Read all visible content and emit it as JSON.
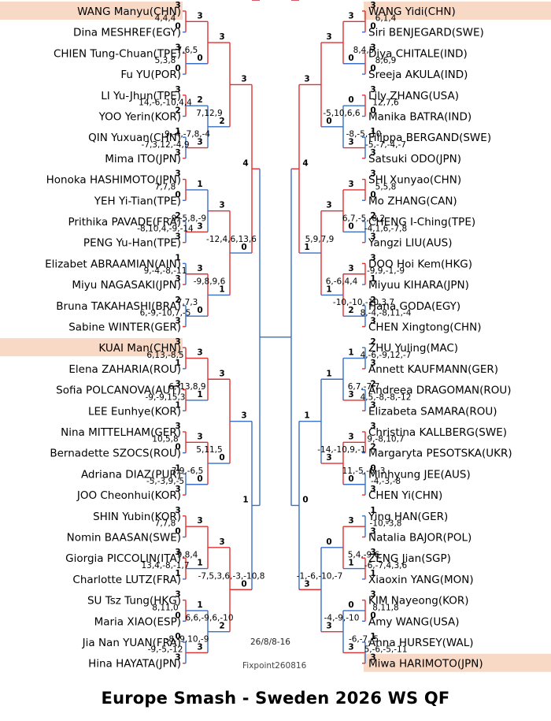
{
  "title": "Europe Smash - Sweden 2026 WS QF",
  "date_note": "26/8/8-16",
  "source": "Fixpoint260816",
  "colors": {
    "winner": "#e03030",
    "loser": "#3a6fc4",
    "highlight": "#f8d9c6",
    "text": "#000000"
  },
  "left": {
    "players": [
      {
        "name": "WANG Manyu(CHN)",
        "highlight": true
      },
      {
        "name": "Dina MESHREF(EGY)"
      },
      {
        "name": "CHIEN Tung-Chuan(TPE)"
      },
      {
        "name": "Fu YU(POR)"
      },
      {
        "name": "LI Yu-Jhun(TPE)"
      },
      {
        "name": "YOO Yerin(KOR)"
      },
      {
        "name": "QIN Yuxuan(CHN)"
      },
      {
        "name": "Mima ITO(JPN)"
      },
      {
        "name": "Honoka HASHIMOTO(JPN)"
      },
      {
        "name": "YEH Yi-Tian(TPE)"
      },
      {
        "name": "Prithika PAVADE(FRA)"
      },
      {
        "name": "PENG Yu-Han(TPE)"
      },
      {
        "name": "Elizabet ABRAAMIAN(AIN)"
      },
      {
        "name": "Miyu NAGASAKI(JPN)"
      },
      {
        "name": "Bruna TAKAHASHI(BRA)"
      },
      {
        "name": "Sabine WINTER(GER)"
      },
      {
        "name": "KUAI Man(CHN)",
        "highlight": true
      },
      {
        "name": "Elena ZAHARIA(ROU)"
      },
      {
        "name": "Sofia POLCANOVA(AUT)"
      },
      {
        "name": "LEE Eunhye(KOR)"
      },
      {
        "name": "Nina MITTELHAM(GER)"
      },
      {
        "name": "Bernadette SZOCS(ROU)"
      },
      {
        "name": "Adriana DIAZ(PUR)"
      },
      {
        "name": "JOO Cheonhui(KOR)"
      },
      {
        "name": "SHIN Yubin(KOR)"
      },
      {
        "name": "Nomin BAASAN(SWE)"
      },
      {
        "name": "Giorgia PICCOLIN(ITA)"
      },
      {
        "name": "Charlotte LUTZ(FRA)"
      },
      {
        "name": "SU Tsz Tung(HKG)"
      },
      {
        "name": "Maria XIAO(ESP)"
      },
      {
        "name": "Jia Nan YUAN(FRA)"
      },
      {
        "name": "Hina HAYATA(JPN)"
      }
    ],
    "rounds": [
      [
        {
          "a": "3",
          "b": "0",
          "w": 0,
          "score": "4,4,4"
        },
        {
          "a": "3",
          "b": "0",
          "w": 0,
          "score": "5,3,8"
        },
        {
          "a": "3",
          "b": "2",
          "w": 0,
          "score": "14,-6,-10,4,4"
        },
        {
          "a": "1",
          "b": "3",
          "w": 1,
          "score": "-7,3,12,-4,9"
        },
        {
          "a": "3",
          "b": "0",
          "w": 0,
          "score": "7,7,8"
        },
        {
          "a": "2",
          "b": "3",
          "w": 1,
          "score": "-8,10,4,-9,-14"
        },
        {
          "a": "1",
          "b": "3",
          "w": 1,
          "score": "9,-4,-8,-11"
        },
        {
          "a": "2",
          "b": "3",
          "w": 1,
          "score": "6,-9,-10,7,-5"
        },
        {
          "a": "3",
          "b": "1",
          "w": 0,
          "score": "6,13,-8,5"
        },
        {
          "a": "3",
          "b": "1",
          "w": 0,
          "score": "-9,-9,15,3"
        },
        {
          "a": "3",
          "b": "0",
          "w": 0,
          "score": "10,5,8"
        },
        {
          "a": "1",
          "b": "3",
          "w": 1,
          "score": "-5,-3,9,-5"
        },
        {
          "a": "3",
          "b": "0",
          "w": 0,
          "score": "7,7,8"
        },
        {
          "a": "3",
          "b": "1",
          "w": 0,
          "score": "13,4,-8,-1,7"
        },
        {
          "a": "3",
          "b": "0",
          "w": 0,
          "score": "8,11,0"
        },
        {
          "a": "0",
          "b": "3",
          "w": 1,
          "score": "-9,-5,-12"
        }
      ],
      [
        {
          "a": "3",
          "b": "0",
          "w": 0,
          "score": "7,6,5"
        },
        {
          "a": "2",
          "b": "3",
          "w": 1,
          "score": "9,-4,-7,8,-4"
        },
        {
          "a": "1",
          "b": "3",
          "w": 1,
          "score": "-9,-5,8,-9"
        },
        {
          "a": "3",
          "b": "0",
          "w": 0,
          "score": "7,7,3"
        },
        {
          "a": "3",
          "b": "1",
          "w": 0,
          "score": "6,-13,8,9"
        },
        {
          "a": "3",
          "b": "0",
          "w": 0,
          "score": "7,9,-6,5"
        },
        {
          "a": "3",
          "b": "1",
          "w": 0,
          "score": "9,8,4"
        },
        {
          "a": "1",
          "b": "3",
          "w": 1,
          "score": "-8,-9,10,-9"
        }
      ],
      [
        {
          "a": "3",
          "b": "2",
          "w": 0,
          "score": "7,12,9"
        },
        {
          "a": "3",
          "b": "1",
          "w": 0,
          "score": "-9,8,9,6"
        },
        {
          "a": "3",
          "b": "0",
          "w": 0,
          "score": "5,11,5"
        },
        {
          "a": "3",
          "b": "2",
          "w": 0,
          "score": "6,6,-9,6,-10"
        }
      ],
      [
        {
          "a": "3",
          "b": "0",
          "w": 0,
          "score": "-12,4,6,13,6"
        },
        {
          "a": "3",
          "b": "0",
          "w": 1,
          "score": "-7,5,3,6,-3,-10,8"
        }
      ],
      [
        {
          "a": "4",
          "b": "1",
          "w": 0,
          "score": ""
        },
        {
          "a": "4",
          "b": "3",
          "w": 1,
          "score": ""
        }
      ]
    ]
  },
  "right": {
    "players": [
      {
        "name": "WANG Yidi(CHN)",
        "highlight": true
      },
      {
        "name": "Siri BENJEGARD(SWE)"
      },
      {
        "name": "Diya CHITALE(IND)"
      },
      {
        "name": "Sreeja AKULA(IND)"
      },
      {
        "name": "Lily ZHANG(USA)"
      },
      {
        "name": "Manika BATRA(IND)"
      },
      {
        "name": "Filippa BERGAND(SWE)"
      },
      {
        "name": "Satsuki ODO(JPN)"
      },
      {
        "name": "SHI Xunyao(CHN)"
      },
      {
        "name": "Mo ZHANG(CAN)"
      },
      {
        "name": "CHENG I-Ching(TPE)"
      },
      {
        "name": "Yangzi LIU(AUS)"
      },
      {
        "name": "DOO Hoi Kem(HKG)"
      },
      {
        "name": "Miyuu KIHARA(JPN)"
      },
      {
        "name": "Hana GODA(EGY)"
      },
      {
        "name": "CHEN Xingtong(CHN)"
      },
      {
        "name": "ZHU Yuling(MAC)"
      },
      {
        "name": "Annett KAUFMANN(GER)"
      },
      {
        "name": "Andreea DRAGOMAN(ROU)"
      },
      {
        "name": "Elizabeta SAMARA(ROU)"
      },
      {
        "name": "Christina KALLBERG(SWE)"
      },
      {
        "name": "Margaryta PESOTSKA(UKR)"
      },
      {
        "name": "Minhyung JEE(AUS)"
      },
      {
        "name": "CHEN Yi(CHN)"
      },
      {
        "name": "Ying HAN(GER)"
      },
      {
        "name": "Natalia BAJOR(POL)"
      },
      {
        "name": "ZENG Jian(SGP)"
      },
      {
        "name": "Xiaoxin YANG(MON)"
      },
      {
        "name": "KIM Nayeong(KOR)"
      },
      {
        "name": "Amy WANG(USA)"
      },
      {
        "name": "Anna HURSEY(WAL)"
      },
      {
        "name": "Miwa HARIMOTO(JPN)",
        "highlight": true
      }
    ],
    "rounds": [
      [
        {
          "a": "3",
          "b": "0",
          "w": 0,
          "score": "6,1,4"
        },
        {
          "a": "3",
          "b": "0",
          "w": 0,
          "score": "8,6,9"
        },
        {
          "a": "3",
          "b": "0",
          "w": 0,
          "score": "12,7,6"
        },
        {
          "a": "1",
          "b": "3",
          "w": 1,
          "score": "-5,-7,-4,-7"
        },
        {
          "a": "3",
          "b": "0",
          "w": 0,
          "score": "5,5,8"
        },
        {
          "a": "2",
          "b": "3",
          "w": 1,
          "score": "-4,1,6,-7,8"
        },
        {
          "a": "3",
          "b": "1",
          "w": 0,
          "score": "-9,9,-1,-9"
        },
        {
          "a": "2",
          "b": "3",
          "w": 1,
          "score": "8,-4,-8,11,-4"
        },
        {
          "a": "2",
          "b": "3",
          "w": 1,
          "score": "4,-6,-9,12,-7"
        },
        {
          "a": "2",
          "b": "3",
          "w": 1,
          "score": "4,5,-8,-8,-12"
        },
        {
          "a": "3",
          "b": "2",
          "w": 0,
          "score": "9,-8,10,7"
        },
        {
          "a": "0",
          "b": "3",
          "w": 1,
          "score": "-4,-3,-8"
        },
        {
          "a": "1",
          "b": "3",
          "w": 1,
          "score": "-10,-3,8"
        },
        {
          "a": "3",
          "b": "1",
          "w": 0,
          "score": "-6,-7,4,3,6"
        },
        {
          "a": "3",
          "b": "0",
          "w": 0,
          "score": "8,11,8"
        },
        {
          "a": "1",
          "b": "3",
          "w": 1,
          "score": "5,-6,-5,-11"
        }
      ],
      [
        {
          "a": "3",
          "b": "0",
          "w": 0,
          "score": "8,4,5"
        },
        {
          "a": "0",
          "b": "3",
          "w": 1,
          "score": "-8,-5,-10"
        },
        {
          "a": "3",
          "b": "0",
          "w": 0,
          "score": "6,7,-5,-8,2"
        },
        {
          "a": "3",
          "b": "2",
          "w": 0,
          "score": "-10,-10,-10,3,7"
        },
        {
          "a": "1",
          "b": "3",
          "w": 1,
          "score": "6,7,-7,7"
        },
        {
          "a": "3",
          "b": "0",
          "w": 0,
          "score": "11,-5,-6,-3"
        },
        {
          "a": "3",
          "b": "1",
          "w": 0,
          "score": "5,4,-9,6"
        },
        {
          "a": "0",
          "b": "3",
          "w": 1,
          "score": "-6,-7,-5"
        }
      ],
      [
        {
          "a": "3",
          "b": "0",
          "w": 0,
          "score": "-5,10,6,6"
        },
        {
          "a": "3",
          "b": "1",
          "w": 0,
          "score": "6,-6,4,4"
        },
        {
          "a": "1",
          "b": "3",
          "w": 1,
          "score": "-14,-10,9,-1"
        },
        {
          "a": "0",
          "b": "3",
          "w": 1,
          "score": "-4,-9,-10"
        }
      ],
      [
        {
          "a": "3",
          "b": "1",
          "w": 0,
          "score": "5,9,7,9"
        },
        {
          "a": "1",
          "b": "3",
          "w": 1,
          "score": "-1,-6,-10,-7"
        }
      ],
      [
        {
          "a": "4",
          "b": "0",
          "w": 0,
          "score": ""
        },
        {
          "a": "0",
          "b": "4",
          "w": 1,
          "score": ""
        }
      ]
    ]
  }
}
